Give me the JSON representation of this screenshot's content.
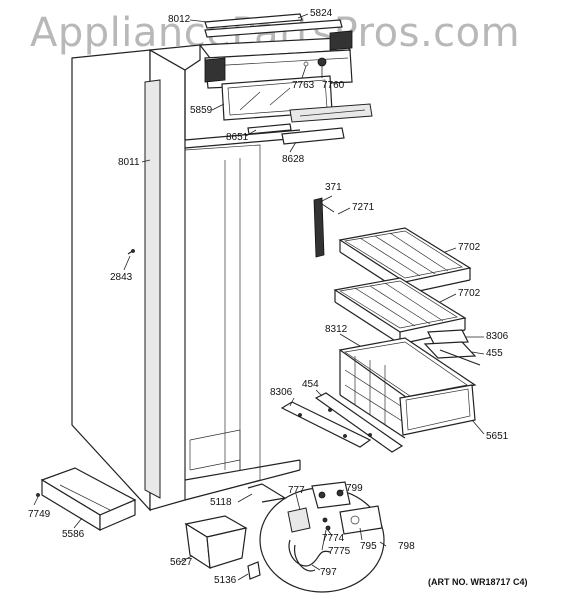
{
  "watermark": "AppliancePartsPros.com",
  "art_number": "(ART NO. WR18717 C4)",
  "parts": [
    {
      "id": "8012",
      "label": "8012"
    },
    {
      "id": "5824",
      "label": "5824"
    },
    {
      "id": "7763",
      "label": "7763"
    },
    {
      "id": "7760",
      "label": "7760"
    },
    {
      "id": "5859",
      "label": "5859"
    },
    {
      "id": "8651",
      "label": "8651"
    },
    {
      "id": "8628",
      "label": "8628"
    },
    {
      "id": "8011",
      "label": "8011"
    },
    {
      "id": "371",
      "label": "371"
    },
    {
      "id": "7271",
      "label": "7271"
    },
    {
      "id": "2843",
      "label": "2843"
    },
    {
      "id": "7702a",
      "label": "7702"
    },
    {
      "id": "7702b",
      "label": "7702"
    },
    {
      "id": "8312",
      "label": "8312"
    },
    {
      "id": "8306a",
      "label": "8306"
    },
    {
      "id": "455",
      "label": "455"
    },
    {
      "id": "8306b",
      "label": "8306"
    },
    {
      "id": "454",
      "label": "454"
    },
    {
      "id": "5651",
      "label": "5651"
    },
    {
      "id": "7749",
      "label": "7749"
    },
    {
      "id": "5586",
      "label": "5586"
    },
    {
      "id": "5118",
      "label": "5118"
    },
    {
      "id": "777",
      "label": "777"
    },
    {
      "id": "799",
      "label": "799"
    },
    {
      "id": "7774",
      "label": "7774"
    },
    {
      "id": "7775",
      "label": "7775"
    },
    {
      "id": "795",
      "label": "795"
    },
    {
      "id": "798",
      "label": "798"
    },
    {
      "id": "5627",
      "label": "5627"
    },
    {
      "id": "797",
      "label": "797"
    },
    {
      "id": "5136",
      "label": "5136"
    }
  ]
}
